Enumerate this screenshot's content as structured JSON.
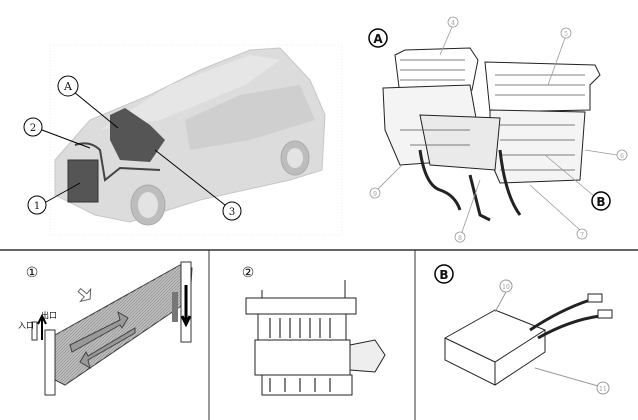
{
  "overview": {
    "callouts": [
      "A",
      "2",
      "1",
      "3"
    ]
  },
  "hvac_unit": {
    "title": "A",
    "callouts": [
      "4",
      "5",
      "6",
      "B",
      "7",
      "8",
      "9"
    ]
  },
  "panels": [
    {
      "id": "①",
      "inlet_label": "入口",
      "outlet_label": "出口"
    },
    {
      "id": "②"
    },
    {
      "id": "B",
      "callouts": [
        "10",
        "11"
      ]
    }
  ]
}
